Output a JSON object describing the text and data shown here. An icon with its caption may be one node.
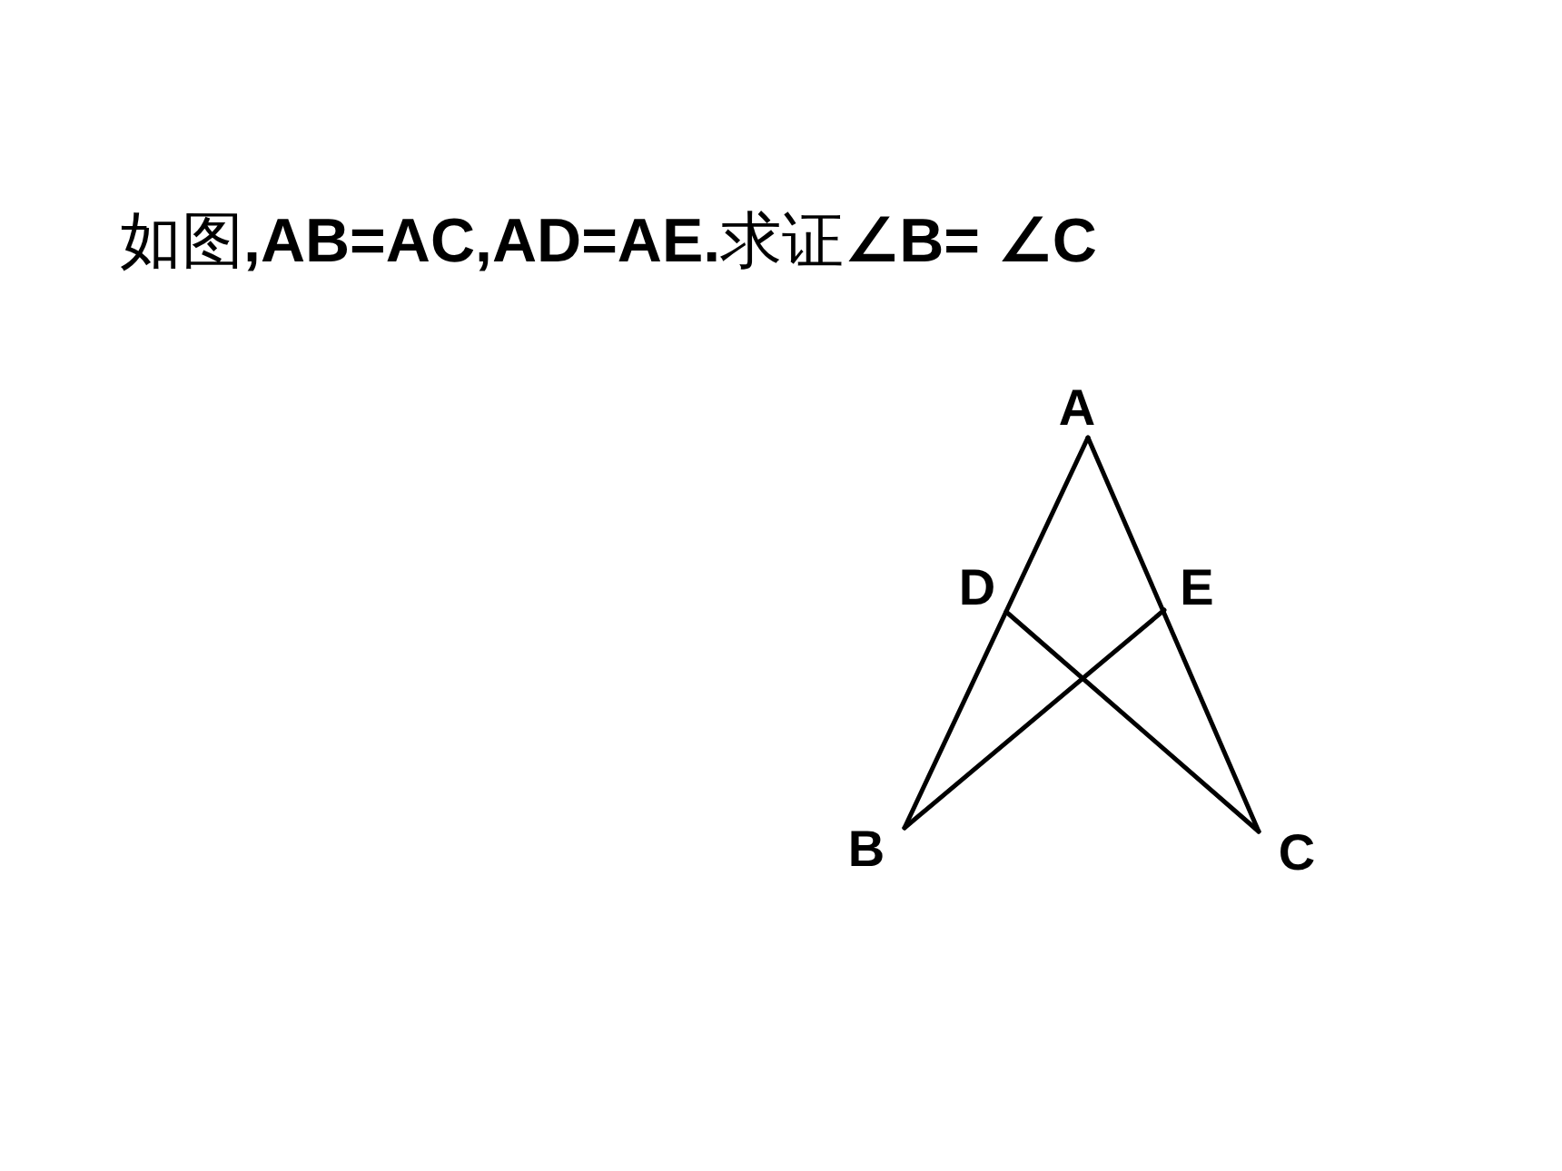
{
  "diagram": {
    "title": "如图**,AB=AC,AD=AE.**求证**∠B= ∠C**",
    "labels": [
      "A",
      "D",
      "E",
      "B",
      "C"
    ]
  }
}
